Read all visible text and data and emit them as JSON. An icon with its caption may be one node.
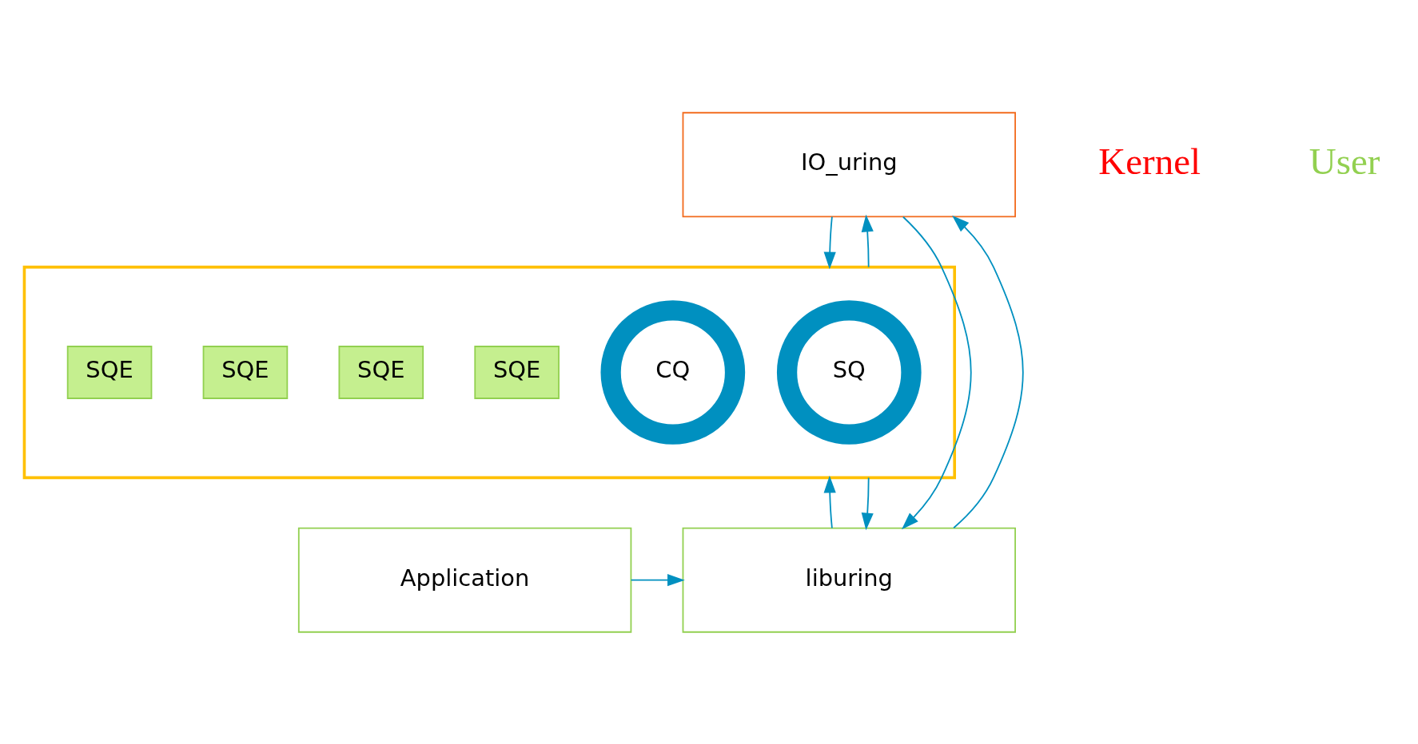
{
  "diagram": {
    "nodes": [
      {
        "text": [
          "IO_uring"
        ]
      },
      {
        "text": [],
        "shape": "box"
      },
      {
        "text": [
          "SQ"
        ],
        "in": 1
      },
      {
        "text": [
          "CQ"
        ],
        "in": 1
      },
      {
        "text": [
          "SQE"
        ],
        "in": 1
      },
      {
        "text": [
          "SQE"
        ],
        "in": 1
      },
      {
        "text": [
          "SQE"
        ],
        "in": 1
      },
      {
        "text": [
          "SQE"
        ],
        "in": 1
      },
      {
        "text": [
          "liburing"
        ]
      },
      {
        "text": [
          "Application"
        ]
      }
    ],
    "edges": [
      {
        "from": 0,
        "to": 1,
        "arrow": "to"
      },
      {
        "from": 1,
        "to": 0,
        "arrow": "to"
      },
      {
        "from": 8,
        "to": 0,
        "arrow": "to"
      },
      {
        "from": 0,
        "to": 8,
        "arrow": "to"
      },
      {
        "from": 8,
        "to": 1,
        "arrow": "to"
      },
      {
        "from": 1,
        "to": 8,
        "arrow": "to"
      },
      {
        "from": 9,
        "to": 8,
        "arrow": "to"
      }
    ],
    "labels": [
      "Kernel",
      "User"
    ]
  }
}
